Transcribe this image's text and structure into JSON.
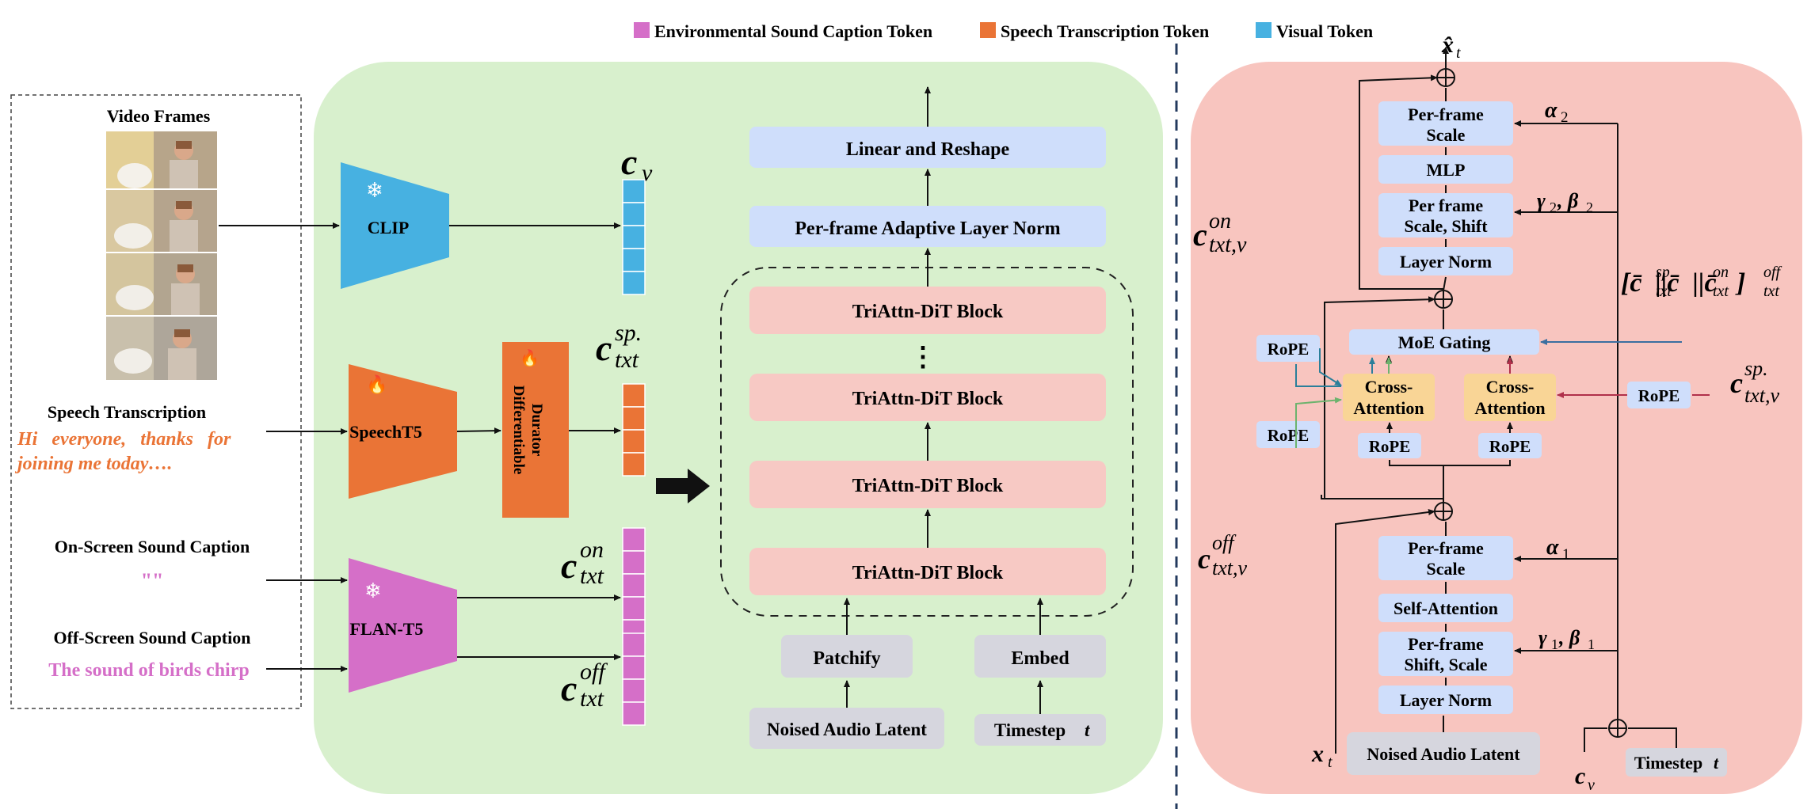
{
  "legend": {
    "env_label": "Environmental Sound Caption Token",
    "speech_label": "Speech Transcription Token",
    "visual_label": "Visual Token"
  },
  "colors": {
    "env": "#d56fc8",
    "speech": "#ea7436",
    "visual": "#47b1e1",
    "green_panel": "#d8f0cd",
    "red_panel": "#f8c5bf",
    "block_pink": "#f7c9c4",
    "block_blue": "#cfdefb",
    "block_gray": "#d6d6de",
    "block_orange": "#f9d596",
    "clip": "#47b1e1",
    "speecht5": "#ea7436",
    "flant5": "#d56fc8"
  },
  "inputs": {
    "video_title": "Video Frames",
    "speech_title": "Speech Transcription",
    "speech_text_line1": "Hi   everyone,   thanks   for",
    "speech_text_line2": "joining me today….",
    "onscreen_title": "On-Screen Sound Caption",
    "onscreen_text": "\"\"",
    "offscreen_title": "Off-Screen Sound Caption",
    "offscreen_text": "The sound of birds chirp"
  },
  "encoders": {
    "clip": "CLIP",
    "speecht5": "SpeechT5",
    "flant5": "FLAN-T5",
    "durator_line1": "Differentiable",
    "durator_line2": "Durator"
  },
  "tokens": {
    "cv": "c",
    "cv_sub": "v",
    "csp": "c",
    "csp_sub": "txt",
    "csp_sup": "sp.",
    "con": "c",
    "con_sub": "txt",
    "con_sup": "on",
    "coff": "c",
    "coff_sub": "txt",
    "coff_sup": "off"
  },
  "dit": {
    "linear": "Linear and Reshape",
    "adaln": "Per-frame Adaptive Layer Norm",
    "block": "TriAttn-DiT Block",
    "ellipsis": "⋮",
    "patchify": "Patchify",
    "embed": "Embed",
    "noised": "Noised Audio Latent",
    "timestep": "Timestep",
    "timestep_var": "t"
  },
  "detail": {
    "output_symbol": "x̂",
    "output_sub": "t",
    "per_frame_scale_1": "Per-frame",
    "per_frame_scale_2": "Scale",
    "mlp": "MLP",
    "scale_shift_1": "Per frame",
    "scale_shift_2": "Scale, Shift",
    "layer_norm": "Layer Norm",
    "moe": "MoE Gating",
    "cross_attn_1": "Cross-",
    "cross_attn_2": "Attention",
    "rope": "RoPE",
    "self_attn": "Self-Attention",
    "shift_scale_1": "Per-frame",
    "shift_scale_2": "Shift, Scale",
    "noised": "Noised Audio Latent",
    "timestep": "Timestep",
    "timestep_var": "t",
    "alpha2": "α",
    "alpha2_sub": "2",
    "gb2": "γ",
    "gb2_a": "2",
    "gb2_b": ", β",
    "gb2_c": "2",
    "alpha1": "α",
    "alpha1_sub": "1",
    "gb1": "γ",
    "gb1_a": "1",
    "gb1_b": ", β",
    "gb1_c": "1",
    "xt": "x",
    "xt_sub": "t",
    "cv": "c",
    "cv_sub": "v",
    "c_on_v": "c",
    "c_on_v_sub": "txt,v",
    "c_on_v_sup": "on",
    "c_off_v": "c",
    "c_off_v_sub": "txt,v",
    "c_off_v_sup": "off",
    "c_sp_v": "c",
    "c_sp_v_sub": "txt,v",
    "c_sp_v_sup": "sp.",
    "concat": "[c̄  ||c̄  ||c̄   ]",
    "concat_sp": "sp.",
    "concat_on": "on",
    "concat_off": "off",
    "concat_sub": "txt"
  }
}
